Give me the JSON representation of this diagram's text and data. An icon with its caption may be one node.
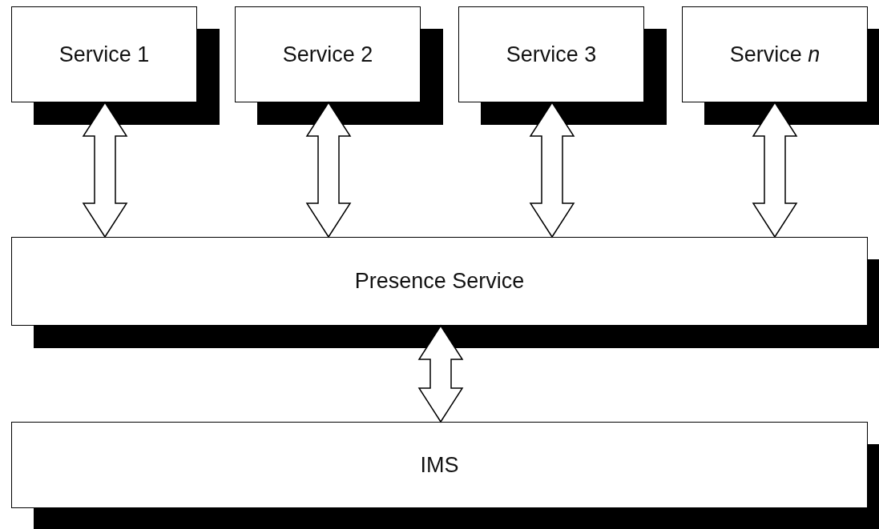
{
  "diagram": {
    "nodes": [
      {
        "text": [
          "Service 1"
        ]
      },
      {
        "text": [
          "Service 2"
        ]
      },
      {
        "text": [
          "Service 3"
        ]
      },
      {
        "text": [
          "Service *n*"
        ]
      },
      {
        "text": [
          "Presence Service"
        ]
      },
      {
        "text": [
          "IMS"
        ]
      }
    ],
    "edges": [
      {
        "from": 0,
        "to": 4,
        "arrow": "both"
      },
      {
        "from": 1,
        "to": 4,
        "arrow": "both"
      },
      {
        "from": 2,
        "to": 4,
        "arrow": "both"
      },
      {
        "from": 3,
        "to": 4,
        "arrow": "both"
      },
      {
        "from": 4,
        "to": 5,
        "arrow": "both"
      }
    ]
  }
}
